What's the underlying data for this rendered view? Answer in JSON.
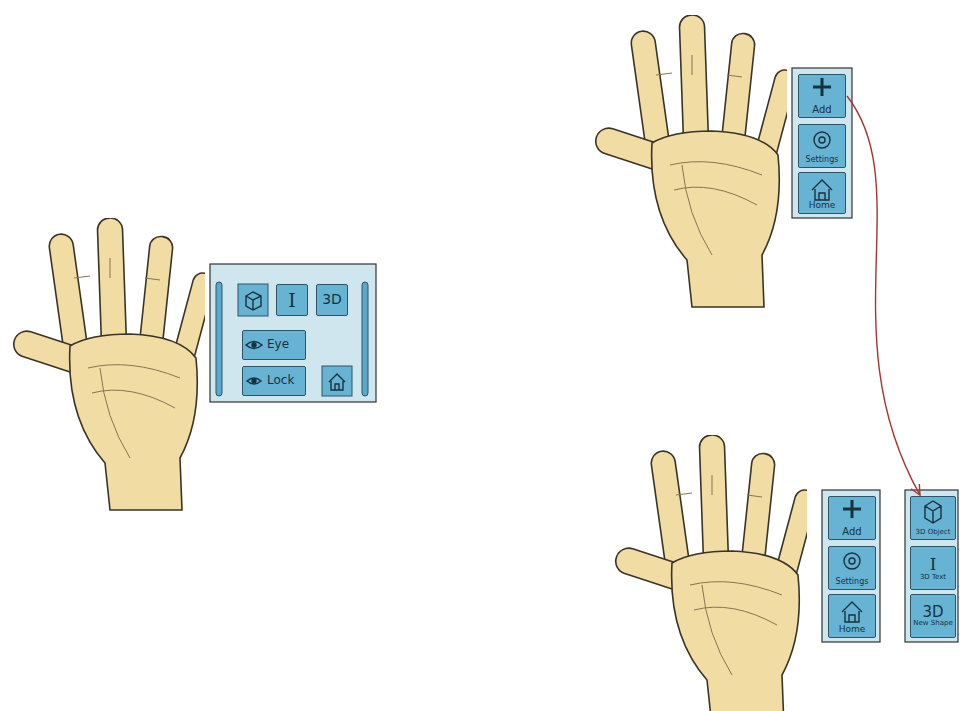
{
  "diagram": {
    "nodes": [
      {
        "text": [
          "I"
        ]
      },
      {
        "text": [
          "3D"
        ]
      },
      {
        "text": [
          "Eye"
        ]
      },
      {
        "text": [
          "Lock"
        ]
      },
      {
        "text": [
          "Add"
        ]
      },
      {
        "text": [
          "Settings"
        ]
      },
      {
        "text": [
          "Home"
        ]
      },
      {
        "text": [
          "Add"
        ]
      },
      {
        "text": [
          "Settings"
        ]
      },
      {
        "text": [
          "Home"
        ]
      },
      {
        "text": [
          "3D Object"
        ]
      },
      {
        "text": [
          "I",
          "3D Text"
        ]
      },
      {
        "text": [
          "3D",
          "New Shape"
        ]
      }
    ],
    "edges": [
      {
        "from": 4,
        "to": 10,
        "arrow": "to"
      }
    ]
  }
}
